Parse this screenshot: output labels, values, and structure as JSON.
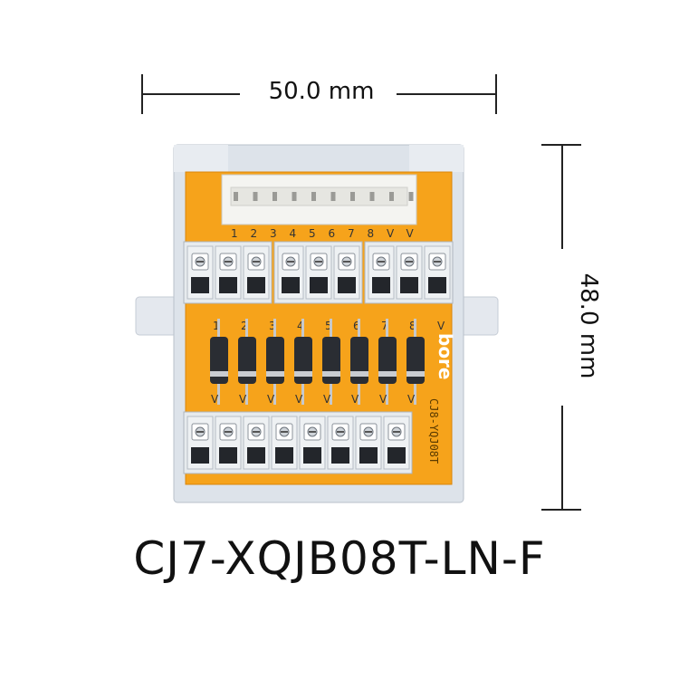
{
  "dimensions": {
    "width_label": "50.0 mm",
    "height_label": "48.0 mm"
  },
  "product_code": "CJ7-XQJB08T-LN-F",
  "board": {
    "brand": "bore",
    "model": "CJ8-YQJ08T",
    "header_pins": [
      "1",
      "2",
      "3",
      "4",
      "5",
      "6",
      "7",
      "8",
      "V",
      "V"
    ],
    "diode_pins": [
      "1",
      "2",
      "3",
      "4",
      "5",
      "6",
      "7",
      "8",
      "V"
    ],
    "bottom_pins": [
      "V",
      "V",
      "V",
      "V",
      "V",
      "V",
      "V",
      "V"
    ],
    "colors": {
      "pcb": "#f6a31b",
      "frame": "#dde3ea",
      "terminal": "#eef1f3",
      "diode": "#2a2d33"
    }
  }
}
